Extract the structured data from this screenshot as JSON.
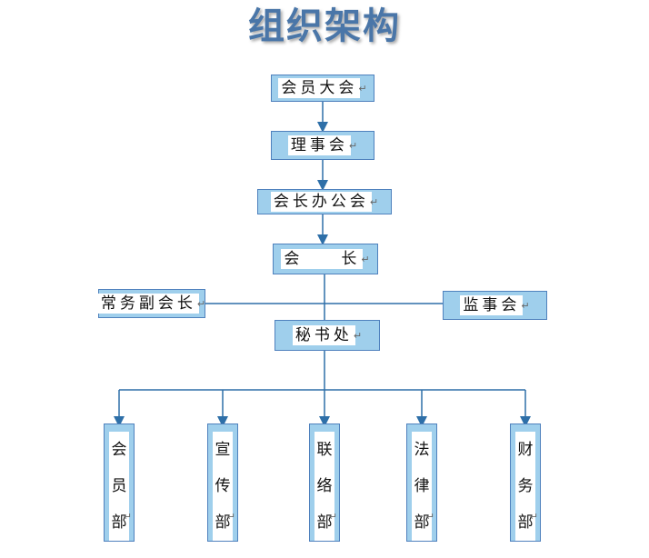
{
  "title": "组织架构",
  "nodes": {
    "general_assembly": "会员大会",
    "council": "理事会",
    "president_office": "会长办公会",
    "president": "会　　长",
    "exec_vp": "常务副会长",
    "supervisors": "监事会",
    "secretariat": "秘书处"
  },
  "departments": [
    {
      "chars": [
        "会",
        "员",
        "部"
      ]
    },
    {
      "chars": [
        "宣",
        "传",
        "部"
      ]
    },
    {
      "chars": [
        "联",
        "络",
        "部"
      ]
    },
    {
      "chars": [
        "法",
        "律",
        "部"
      ]
    },
    {
      "chars": [
        "财",
        "务",
        "部"
      ]
    }
  ],
  "return_mark": "↵",
  "colors": {
    "box_fill": "#9fcfec",
    "box_border": "#4f81bd",
    "line": "#2e6fa8",
    "title": "#4a76a8"
  }
}
